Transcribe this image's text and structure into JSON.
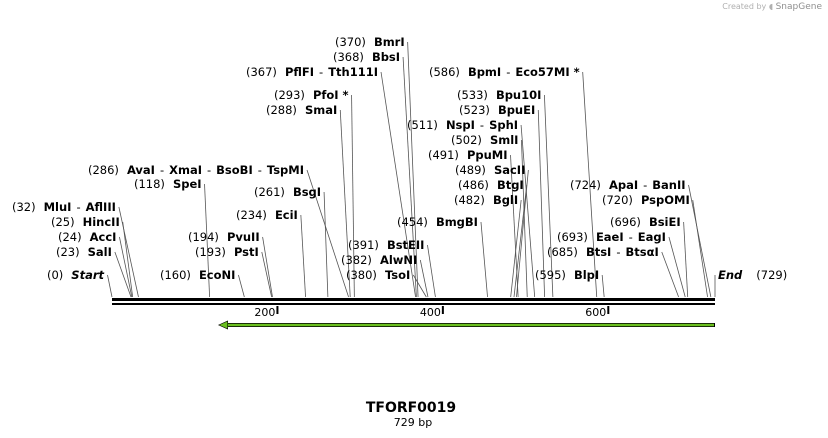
{
  "credit": {
    "prefix": "Created by",
    "brand": "SnapGene"
  },
  "sequence": {
    "name": "TFORF0019",
    "length_label": "729 bp",
    "length": 729
  },
  "ruler": {
    "ticks": [
      200,
      400,
      600
    ]
  },
  "feature": {
    "start": 129,
    "end": 729,
    "direction": "reverse",
    "color": "#6abf1f"
  },
  "sites": [
    {
      "pos": 0,
      "text": [
        "Start"
      ],
      "italic": true
    },
    {
      "pos": 729,
      "text": [
        "End"
      ],
      "italic": true,
      "right": true
    },
    {
      "pos": 23,
      "text": [
        "SalI"
      ]
    },
    {
      "pos": 24,
      "text": [
        "AccI"
      ]
    },
    {
      "pos": 25,
      "text": [
        "HincII"
      ]
    },
    {
      "pos": 32,
      "text": [
        "MluI",
        "AflIII"
      ]
    },
    {
      "pos": 118,
      "text": [
        "SpeI"
      ]
    },
    {
      "pos": 286,
      "text": [
        "AvaI",
        "XmaI",
        "BsoBI",
        "TspMI"
      ]
    },
    {
      "pos": 160,
      "text": [
        "EcoNI"
      ]
    },
    {
      "pos": 193,
      "text": [
        "PstI"
      ]
    },
    {
      "pos": 194,
      "text": [
        "PvuII"
      ]
    },
    {
      "pos": 234,
      "text": [
        "EciI"
      ]
    },
    {
      "pos": 261,
      "text": [
        "BsgI"
      ]
    },
    {
      "pos": 288,
      "text": [
        "SmaI"
      ]
    },
    {
      "pos": 293,
      "text": [
        "PfoI *"
      ]
    },
    {
      "pos": 367,
      "text": [
        "PflFI",
        "Tth111I"
      ]
    },
    {
      "pos": 368,
      "text": [
        "BbsI"
      ]
    },
    {
      "pos": 370,
      "text": [
        "BmrI"
      ]
    },
    {
      "pos": 380,
      "text": [
        "TsoI"
      ]
    },
    {
      "pos": 382,
      "text": [
        "AlwNI"
      ]
    },
    {
      "pos": 391,
      "text": [
        "BstEII"
      ]
    },
    {
      "pos": 454,
      "text": [
        "BmgBI"
      ]
    },
    {
      "pos": 482,
      "text": [
        "BglI"
      ]
    },
    {
      "pos": 486,
      "text": [
        "BtgI"
      ]
    },
    {
      "pos": 489,
      "text": [
        "SacII"
      ]
    },
    {
      "pos": 491,
      "text": [
        "PpuMI"
      ]
    },
    {
      "pos": 502,
      "text": [
        "SmlI"
      ]
    },
    {
      "pos": 511,
      "text": [
        "NspI",
        "SphI"
      ]
    },
    {
      "pos": 523,
      "text": [
        "BpuEI"
      ]
    },
    {
      "pos": 533,
      "text": [
        "Bpu10I"
      ]
    },
    {
      "pos": 586,
      "text": [
        "BpmI",
        "Eco57MI *"
      ]
    },
    {
      "pos": 595,
      "text": [
        "BlpI"
      ]
    },
    {
      "pos": 685,
      "text": [
        "BtsI",
        "BtsαI"
      ]
    },
    {
      "pos": 693,
      "text": [
        "EaeI",
        "EagI"
      ]
    },
    {
      "pos": 696,
      "text": [
        "BsiEI"
      ]
    },
    {
      "pos": 720,
      "text": [
        "PspOMI"
      ]
    },
    {
      "pos": 724,
      "text": [
        "ApaI",
        "BanII"
      ]
    }
  ]
}
